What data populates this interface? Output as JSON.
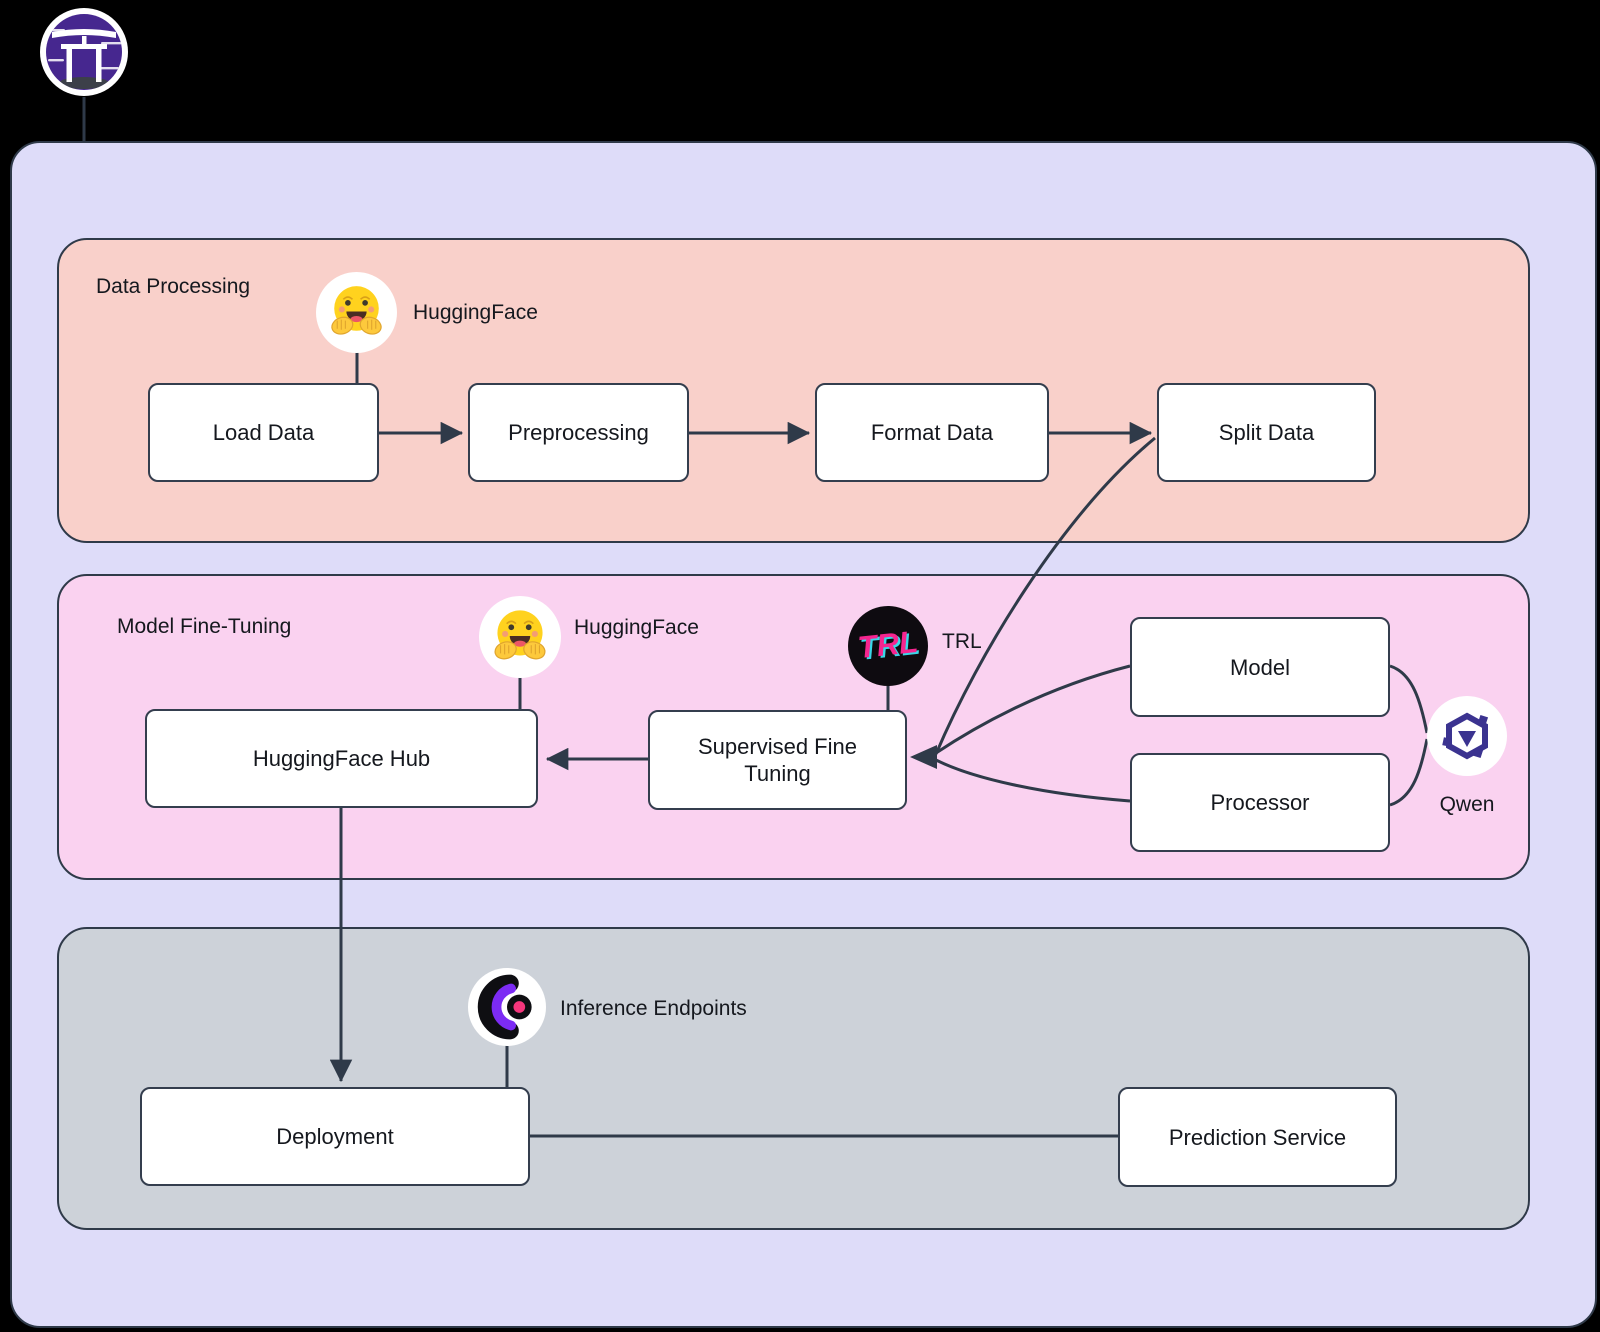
{
  "canvas": {
    "background": "#000000"
  },
  "brand": {
    "icon": "torii-gate-icon"
  },
  "colors": {
    "container_fill": "#dedcf9",
    "data_processing_fill": "#f9d0ca",
    "fine_tuning_fill": "#fad2f0",
    "deployment_fill": "#cdd2d9",
    "node_fill": "#ffffff",
    "stroke": "#2f3a49",
    "text": "#15181e",
    "qwen_indigo": "#3b3390",
    "trl_magenta": "#f5258f",
    "trl_cyan": "#39d8e8",
    "torii_purple": "#46278f",
    "endpoint_purple": "#7c2bf4",
    "endpoint_pink": "#f5367c",
    "hf_yellow": "#ffd21e"
  },
  "sections": [
    {
      "title": "Data Processing",
      "fill": "#f9d0ca",
      "badges": [
        {
          "icon": "huggingface-emoji-icon",
          "label": "HuggingFace"
        }
      ],
      "nodes": [
        {
          "label": "Load Data"
        },
        {
          "label": "Preprocessing"
        },
        {
          "label": "Format Data"
        },
        {
          "label": "Split Data"
        }
      ]
    },
    {
      "title": "Model Fine-Tuning",
      "fill": "#fad2f0",
      "badges": [
        {
          "icon": "huggingface-emoji-icon",
          "label": "HuggingFace"
        },
        {
          "icon": "trl-icon",
          "label": "TRL",
          "logo_text": "TRL"
        },
        {
          "icon": "qwen-icon",
          "label": "Qwen"
        }
      ],
      "nodes": [
        {
          "label": "HuggingFace Hub"
        },
        {
          "label": "Supervised Fine Tuning"
        },
        {
          "label": "Model"
        },
        {
          "label": "Processor"
        }
      ]
    },
    {
      "title": "",
      "fill": "#cdd2d9",
      "badges": [
        {
          "icon": "inference-endpoints-icon",
          "label": "Inference Endpoints"
        }
      ],
      "nodes": [
        {
          "label": "Deployment"
        },
        {
          "label": "Prediction Service"
        }
      ]
    }
  ],
  "edges": [
    {
      "from": "Load Data",
      "to": "Preprocessing",
      "arrow": true
    },
    {
      "from": "Preprocessing",
      "to": "Format Data",
      "arrow": true
    },
    {
      "from": "Format Data",
      "to": "Split Data",
      "arrow": true
    },
    {
      "from": "Split Data",
      "to": "Supervised Fine Tuning",
      "arrow": true
    },
    {
      "from": "Model",
      "to": "Supervised Fine Tuning",
      "arrow": true
    },
    {
      "from": "Processor",
      "to": "Supervised Fine Tuning",
      "arrow": true
    },
    {
      "from": "Supervised Fine Tuning",
      "to": "HuggingFace Hub",
      "arrow": true
    },
    {
      "from": "HuggingFace Hub",
      "to": "Deployment",
      "arrow": true
    },
    {
      "from": "Deployment",
      "to": "Prediction Service",
      "arrow": false
    },
    {
      "from": "Model",
      "to": "Qwen",
      "arrow": false
    },
    {
      "from": "Processor",
      "to": "Qwen",
      "arrow": false
    }
  ]
}
